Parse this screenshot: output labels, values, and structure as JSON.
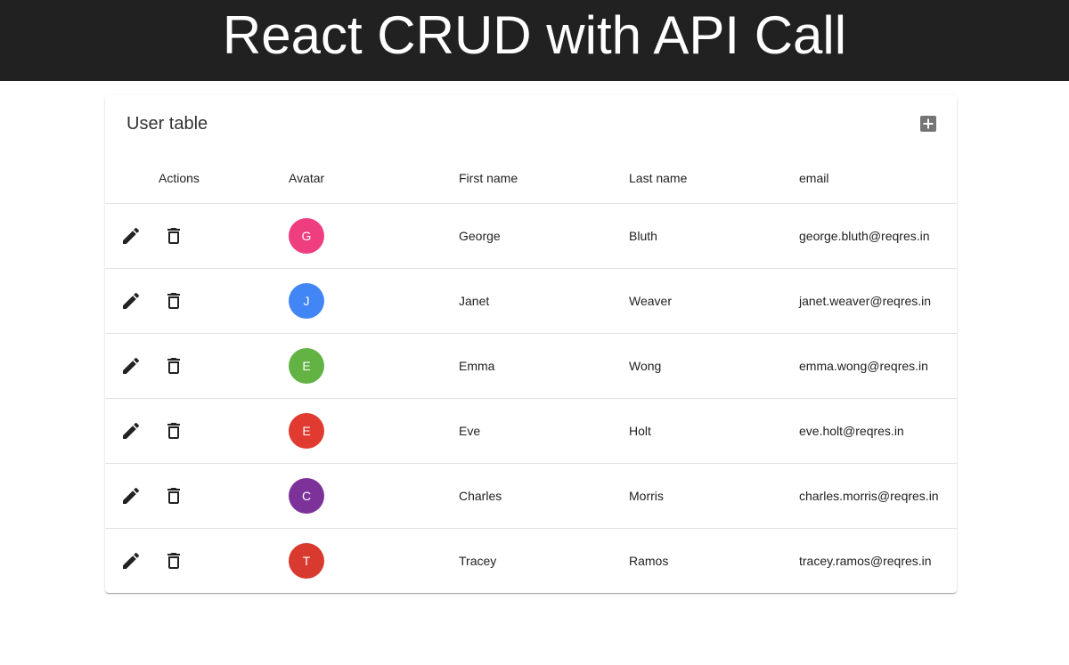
{
  "page": {
    "title": "React CRUD with API Call"
  },
  "table": {
    "title": "User table",
    "add_icon": "plus-box-icon",
    "columns": {
      "actions": "Actions",
      "avatar": "Avatar",
      "first_name": "First name",
      "last_name": "Last name",
      "email": "email"
    },
    "rows": [
      {
        "initial": "G",
        "first_name": "George",
        "last_name": "Bluth",
        "email": "george.bluth@reqres.in",
        "avatar_color": "#ee3e7f"
      },
      {
        "initial": "J",
        "first_name": "Janet",
        "last_name": "Weaver",
        "email": "janet.weaver@reqres.in",
        "avatar_color": "#4285f4"
      },
      {
        "initial": "E",
        "first_name": "Emma",
        "last_name": "Wong",
        "email": "emma.wong@reqres.in",
        "avatar_color": "#63b344"
      },
      {
        "initial": "E",
        "first_name": "Eve",
        "last_name": "Holt",
        "email": "eve.holt@reqres.in",
        "avatar_color": "#e03a31"
      },
      {
        "initial": "C",
        "first_name": "Charles",
        "last_name": "Morris",
        "email": "charles.morris@reqres.in",
        "avatar_color": "#7d3299"
      },
      {
        "initial": "T",
        "first_name": "Tracey",
        "last_name": "Ramos",
        "email": "tracey.ramos@reqres.in",
        "avatar_color": "#d93a2f"
      }
    ]
  },
  "colors": {
    "header_bg": "#212121",
    "icon": "#222222",
    "divider": "#e0e0e0"
  }
}
